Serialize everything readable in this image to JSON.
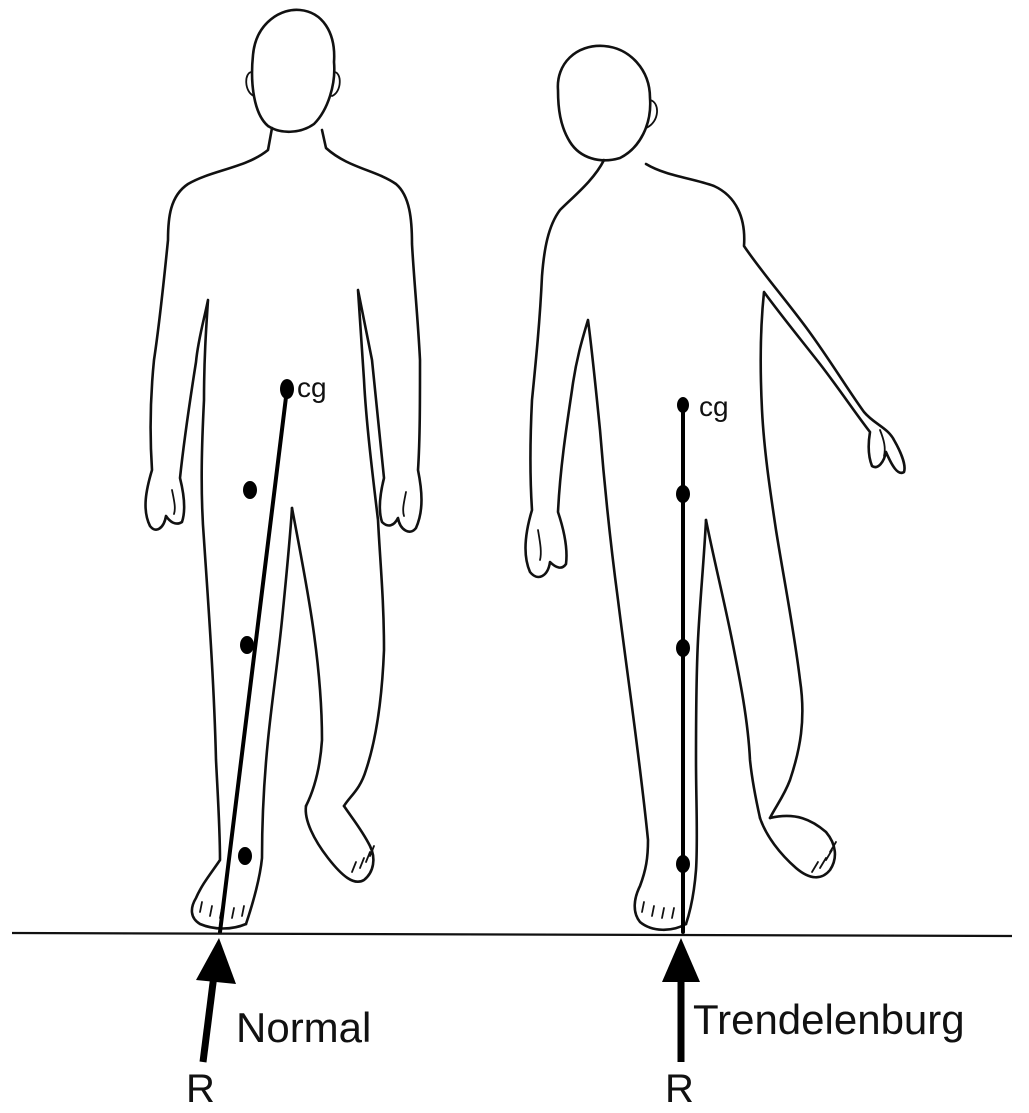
{
  "figure": {
    "normal": {
      "cg_label": "cg",
      "caption": "Normal",
      "force_label": "R"
    },
    "trendelenburg": {
      "cg_label": "cg",
      "caption": "Trendelenburg",
      "force_label": "R"
    }
  },
  "colors": {
    "line": "#111111",
    "background": "#ffffff"
  }
}
